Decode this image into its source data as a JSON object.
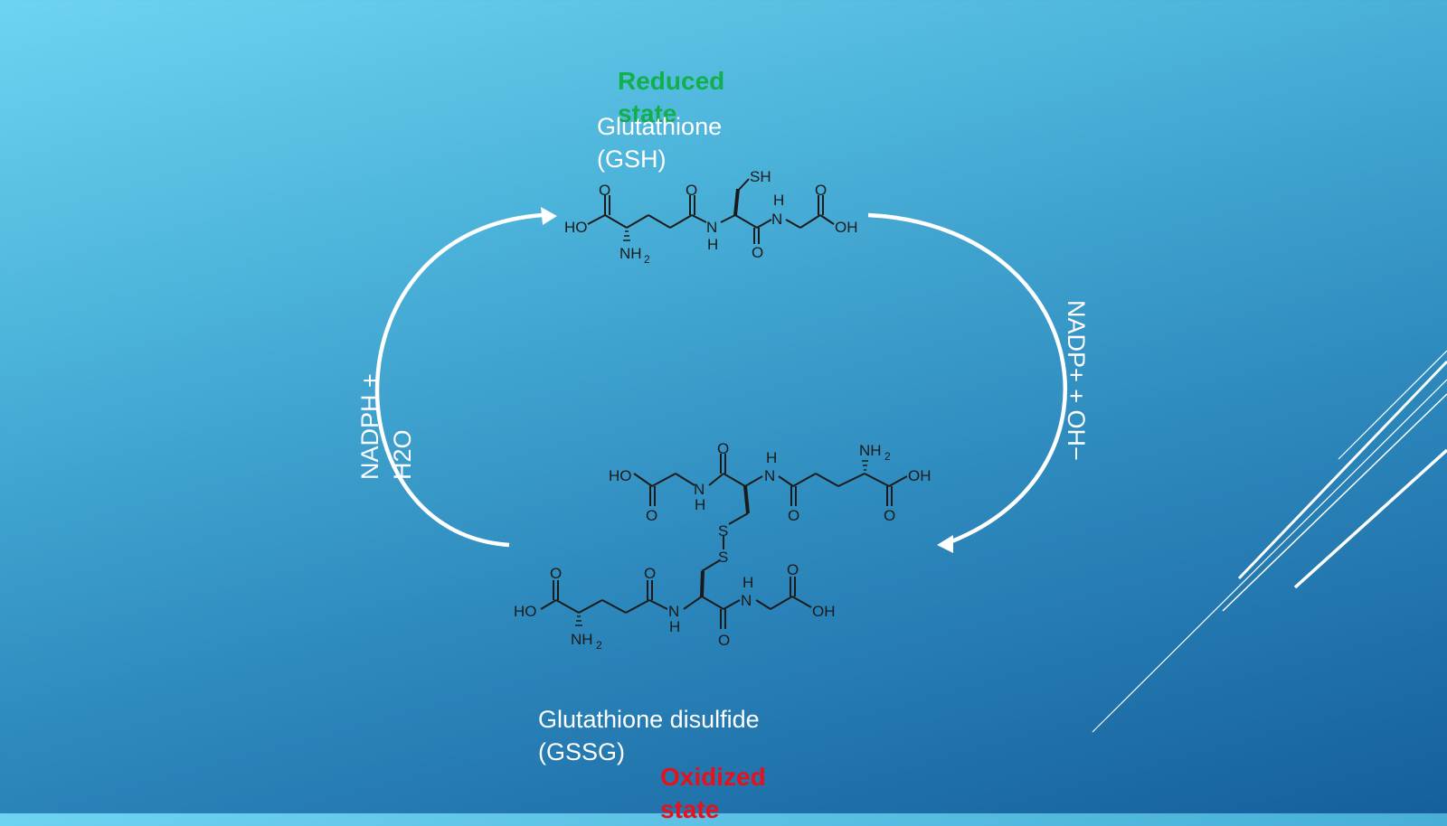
{
  "top": {
    "state_label": "Reduced\nstate",
    "state_color": "#12b04c",
    "name": "Glutathione\n(GSH)"
  },
  "bottom": {
    "name": "Glutathione disulfide\n(GSSG)",
    "state_label": "Oxidized\nstate",
    "state_color": "#e8101b"
  },
  "left_cofactors": "NADPH +\nH2O",
  "right_cofactors": "NADP+ + OH−",
  "gsh_atoms": {
    "o1": "O",
    "ho": "HO",
    "nh2": "NH",
    "nh2_sub": "2",
    "o2": "O",
    "n1": "N",
    "h1": "H",
    "sh": "SH",
    "o3": "O",
    "nh_h": "H",
    "n2": "N",
    "o4": "O",
    "oh": "OH"
  },
  "gssg_atoms": {
    "upper": {
      "ho": "HO",
      "o1": "O",
      "n1": "N",
      "h1": "H",
      "o2": "O",
      "nh_h": "H",
      "n2": "N",
      "o3": "O",
      "nh2": "NH",
      "nh2_sub": "2",
      "oh": "OH",
      "o4": "O"
    },
    "s1": "S",
    "s2": "S",
    "lower": {
      "o1": "O",
      "ho": "HO",
      "nh2": "NH",
      "nh2_sub": "2",
      "o2": "O",
      "n1": "N",
      "h1": "H",
      "o3": "O",
      "nh_h": "H",
      "n2": "N",
      "o4": "O",
      "oh": "OH"
    }
  }
}
